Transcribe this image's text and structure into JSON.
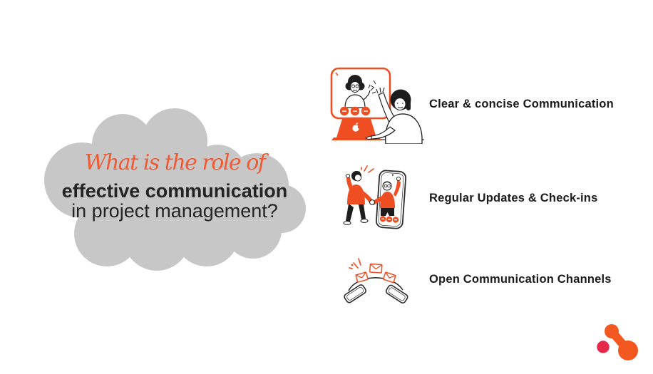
{
  "slide": {
    "background": "#ffffff",
    "title": {
      "script_line": "What is the role of",
      "bold_line": "effective communication",
      "regular_line": "in project management?"
    },
    "title_style": {
      "script_color": "#F05A33",
      "text_color": "#242424",
      "blob_color": "#C7C7C7"
    },
    "items": [
      {
        "icon": "video-call-illustration",
        "label": "Clear & concise Communication"
      },
      {
        "icon": "phone-handshake-illustration",
        "label": "Regular Updates & Check-ins"
      },
      {
        "icon": "phones-messaging-illustration",
        "label": "Open Communication Channels"
      }
    ],
    "illustration_colors": {
      "accent_orange": "#EF4E23",
      "ink": "#1D1D1D",
      "outline_gray": "#2C2C2C"
    },
    "logo": {
      "name": "brand-logo",
      "orange": "#F2581F",
      "red": "#E6294B"
    }
  }
}
